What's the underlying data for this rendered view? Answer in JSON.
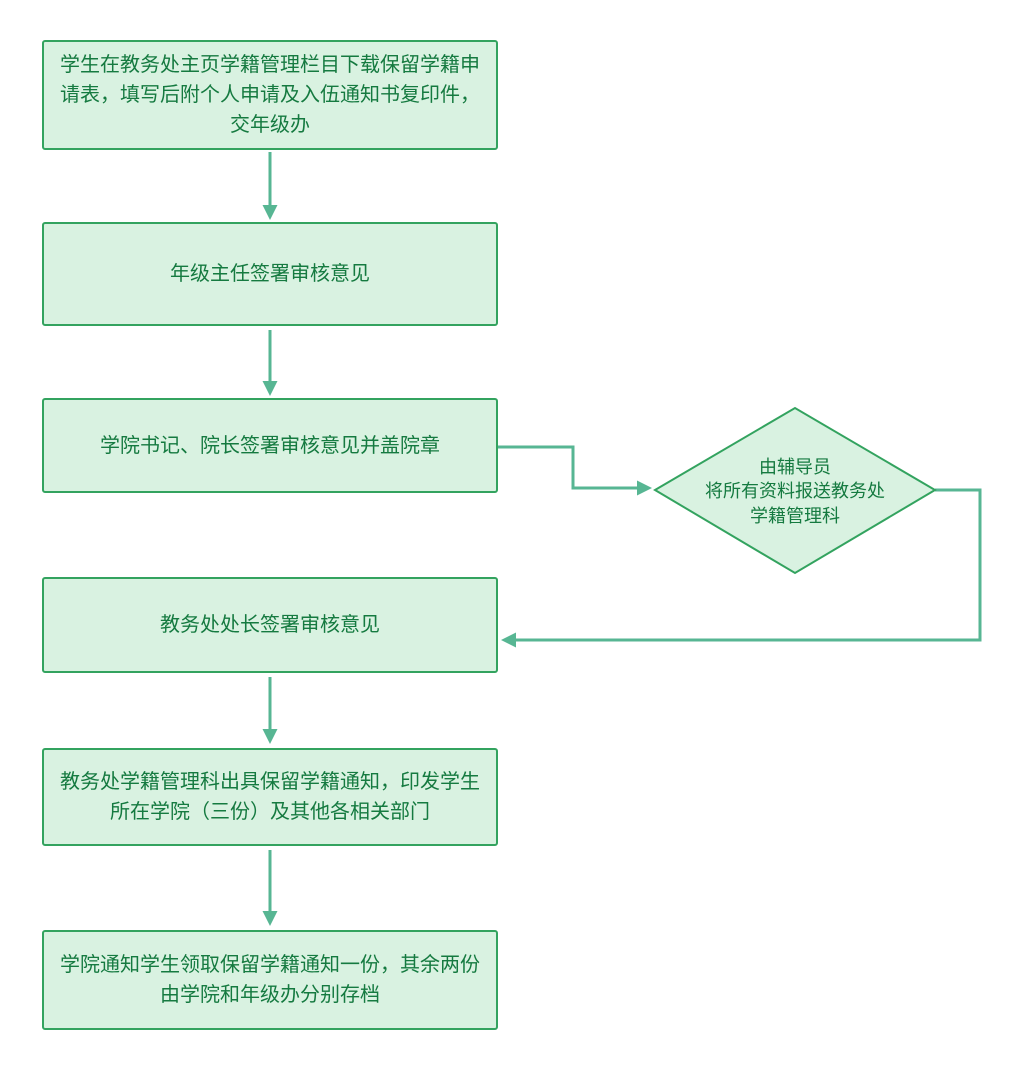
{
  "colors": {
    "box-fill": "#d9f2e1",
    "box-border": "#33a35f",
    "box-text": "#157a40",
    "arrow": "#57b693",
    "bg": "#ffffff"
  },
  "flow": {
    "steps": [
      {
        "label": "学生在教务处主页学籍管理栏目下载保留学籍申请表，填写后附个人申请及入伍通知书复印件，交年级办"
      },
      {
        "label": "年级主任签署审核意见"
      },
      {
        "label": "学院书记、院长签署审核意见并盖院章"
      },
      {
        "label": "教务处处长签署审核意见"
      },
      {
        "label": "教务处学籍管理科出具保留学籍通知，印发学生所在学院（三份）及其他各相关部门"
      },
      {
        "label": "学院通知学生领取保留学籍通知一份，其余两份由学院和年级办分别存档"
      }
    ],
    "decision": {
      "label": "由辅导员\n将所有资料报送教务处\n学籍管理科"
    }
  }
}
